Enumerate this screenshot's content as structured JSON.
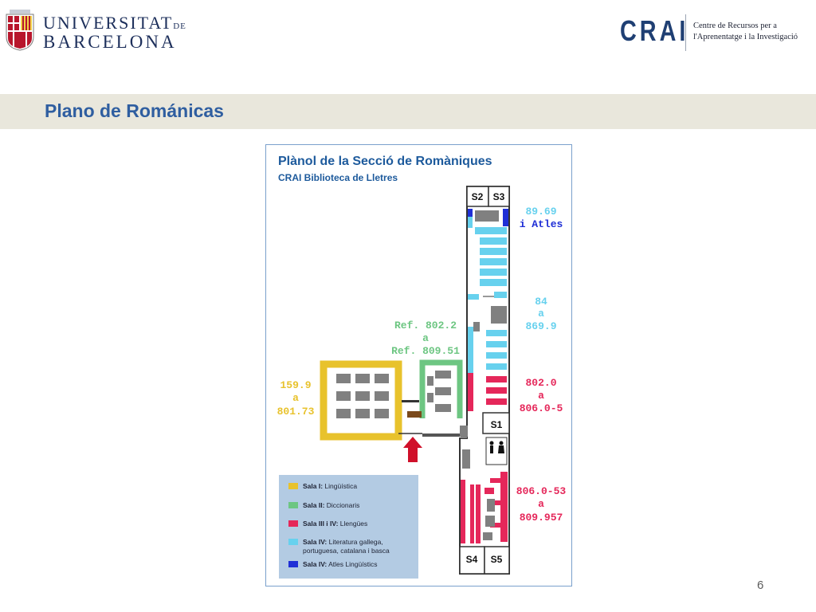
{
  "header": {
    "ub_logo": {
      "line1": "UNIVERSITAT",
      "line1_suffix": "DE",
      "line2": "BARCELONA",
      "shield_icon": "ub-shield-icon"
    },
    "crai_logo": {
      "word": "CRAI",
      "subtitle_line1": "Centre de Recursos per a",
      "subtitle_line2": "l'Aprenentatge i la Investigació"
    }
  },
  "slide": {
    "title": "Plano de Románicas",
    "page_number": "6"
  },
  "map": {
    "title": "Plànol de la Secció de Romàniques",
    "subtitle": "CRAI Biblioteca de Lletres",
    "rooms": [
      "S2",
      "S3",
      "S1",
      "S4",
      "S5"
    ],
    "labels": {
      "blue_top_1": "89.69",
      "blue_top_2": "i Atles",
      "blue_mid_1": "84",
      "blue_mid_2": "a",
      "blue_mid_3": "869.9",
      "green_1": "Ref. 802.2",
      "green_2": "a",
      "green_3": "Ref. 809.51",
      "yellow_1": "159.9",
      "yellow_2": "a",
      "yellow_3": "801.73",
      "red_1_1": "802.0",
      "red_1_2": "a",
      "red_1_3": "806.0-5",
      "red_2_1": "806.0-53",
      "red_2_2": "a",
      "red_2_3": "809.957"
    },
    "legend": [
      {
        "label_bold": "Sala I:",
        "label": " Lingüística",
        "color": "#e8c22c"
      },
      {
        "label_bold": "Sala II:",
        "label": " Diccionaris",
        "color": "#6dc682"
      },
      {
        "label_bold": "Sala III i IV:",
        "label": " Llengües",
        "color": "#e5275a"
      },
      {
        "label_bold": "Sala IV:",
        "label": " Literatura gallega,",
        "label_line2": "portuguesa, catalana i basca",
        "color": "#67d1ee"
      },
      {
        "label_bold": "Sala IV:",
        "label": " Atles Lingüístics",
        "color": "#1f2fd6"
      }
    ],
    "colors": {
      "title": "#1d5a9c",
      "yellow": "#e8c22c",
      "green": "#6dc682",
      "red": "#e5275a",
      "lightblue": "#67d1ee",
      "darkblue": "#1f2fd6",
      "legend_bg": "#b3cbe3",
      "arrow": "#d0102a"
    },
    "icons": {
      "entrance": "entrance-arrow-icon",
      "restroom": "restroom-icon"
    }
  }
}
